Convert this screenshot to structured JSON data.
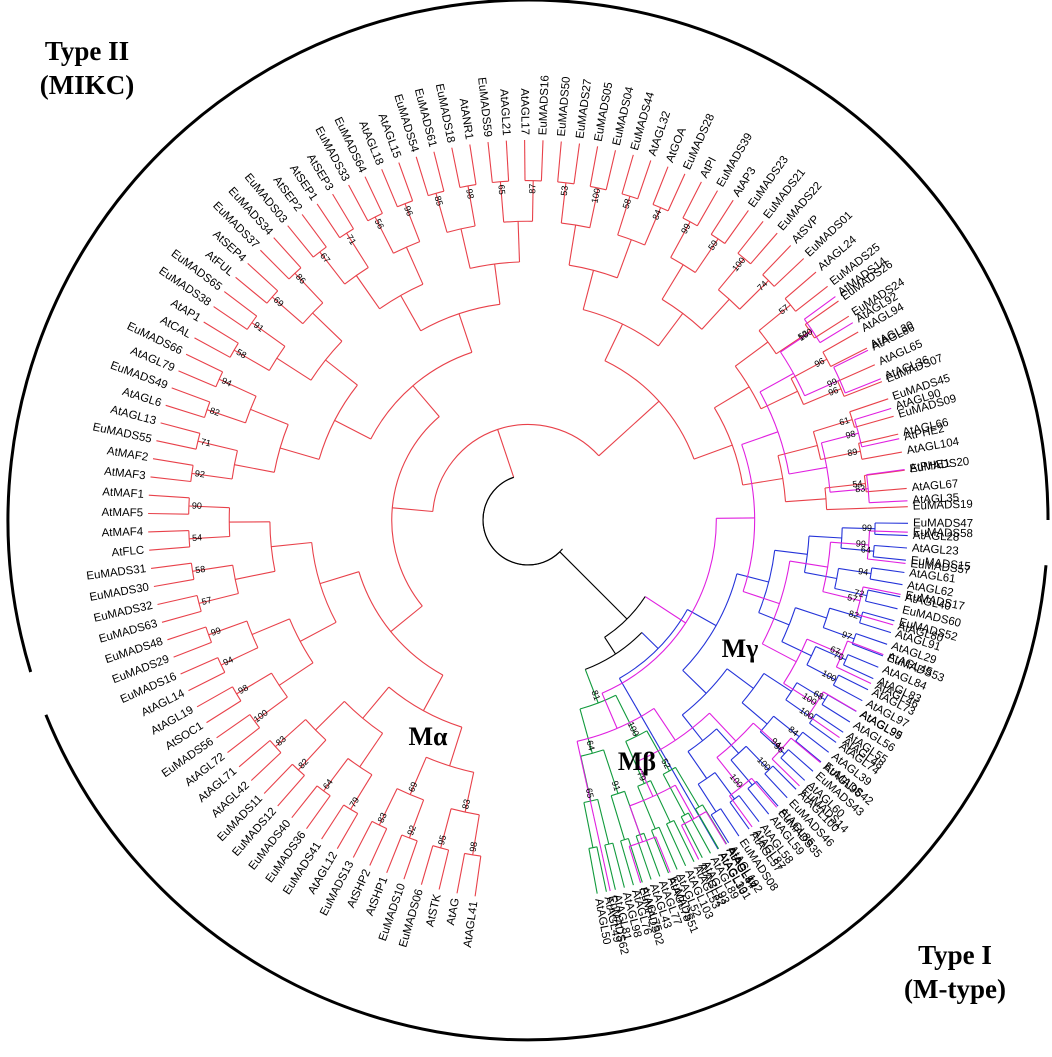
{
  "type_ii": {
    "line1": "Type II",
    "line2": "(MIKC)"
  },
  "type_i": {
    "line1": "Type I",
    "line2": "(M-type)"
  },
  "groups": {
    "malpha": "Mα",
    "mbeta": "Mβ",
    "mgamma": "Mγ"
  },
  "colors": {
    "mikc": "#e8414a",
    "malpha": "#2433d9",
    "mbeta": "#119a3c",
    "mgamma": "#e020e0",
    "backbone": "#000000"
  },
  "clades": [
    {
      "id": "mikc",
      "color": "#e8414a",
      "start": 98,
      "end": 358,
      "leaves": [
        "AtAGL41",
        "AtAG",
        "AtSTK",
        "EuMADS06",
        "EuMADS10",
        "AtSHP1",
        "AtSHP2",
        "EuMADS13",
        "AtAGL12",
        "EuMADS41",
        "EuMADS36",
        "EuMADS40",
        "EuMADS12",
        "EuMADS11",
        "AtAGL42",
        "AtAGL71",
        "AtAGL72",
        "EuMADS56",
        "AtSOC1",
        "AtAGL19",
        "AtAGL14",
        "EuMADS16",
        "EuMADS29",
        "EuMADS48",
        "EuMADS63",
        "EuMADS32",
        "EuMADS30",
        "EuMADS31",
        "AtFLC",
        "AtMAF4",
        "AtMAF5",
        "AtMAF1",
        "AtMAF3",
        "AtMAF2",
        "EuMADS55",
        "AtAGL13",
        "AtAGL6",
        "EuMADS49",
        "AtAGL79",
        "EuMADS66",
        "AtCAL",
        "AtAP1",
        "EuMADS38",
        "EuMADS65",
        "AtFUL",
        "AtSEP4",
        "EuMADS37",
        "EuMADS34",
        "EuMADS03",
        "AtSEP2",
        "AtSEP1",
        "AtSEP3",
        "EuMADS33",
        "EuMADS64",
        "AtAGL18",
        "AtAGL15",
        "EuMADS54",
        "EuMADS61",
        "EuMADS18",
        "AtANR1",
        "EuMADS59",
        "AtAGL21",
        "AtAGL17",
        "EuMADS16",
        "EuMADS50",
        "EuMADS27",
        "EuMADS05",
        "EuMADS04",
        "EuMADS44",
        "AtAGL32",
        "AtGOA",
        "EuMADS28",
        "AtPI",
        "EuMADS39",
        "AtAP3",
        "EuMADS23",
        "EuMADS21",
        "EuMADS22",
        "AtSVP",
        "EuMADS01",
        "AtAGL24",
        "EuMADS25",
        "EuMADS26",
        "EuMADS24",
        "AtAGL94",
        "AtAGL30",
        "AtAGL65",
        "EuMADS07",
        "EuMADS45",
        "EuMADS09",
        "AtAGL66",
        "AtAGL104",
        "EuMADS20",
        "AtAGL67",
        "EuMADS19"
      ]
    },
    {
      "id": "malpha",
      "color": "#2433d9",
      "start": 0.5,
      "end": 60,
      "leaves": [
        "EuMADS47",
        "AtAGL28",
        "AtAGL23",
        "EuMADS15",
        "AtAGL61",
        "AtAGL62",
        "AtAGL40",
        "EuMADS60",
        "EuMADS52",
        "AtAGL91",
        "AtAGL29",
        "EuMADS53",
        "AtAGL84",
        "AtAGL83",
        "AtAGL73",
        "AtAGL97",
        "AtAGL99",
        "AtAGL56",
        "AtAGL55",
        "AtAGL74",
        "AtAGL39",
        "EuMADS42",
        "EuMADS43",
        "AtAGL60",
        "AtAGL100",
        "EuMADS46",
        "AtAGL85",
        "AtAGL59",
        "AtAGL58",
        "AtAGL57",
        "EuMADS08",
        "AtAGL102",
        "AtAGL33"
      ]
    },
    {
      "id": "mbeta",
      "color": "#119a3c",
      "start": 58.5,
      "end": 79.5,
      "leaves": [
        "AtAGL54",
        "AtAGL101",
        "AtAGL89",
        "AtAGL93",
        "AtAGL53",
        "AtAGL103",
        "AtAGL52",
        "AtAGL78",
        "AtAGL77",
        "AtAGL43",
        "AtAGL75",
        "AtAGL76",
        "AtAGL98",
        "AtAGL81",
        "AtAGL49",
        "AtAGL50"
      ]
    },
    {
      "id": "mgamma",
      "color": "#e020e0",
      "start": -36,
      "end": 77.5,
      "leaves": [
        "AtMADS14",
        "AtAGL92",
        "AtAGL86",
        "AtAGL36",
        "AtAGL90",
        "AtPHE2",
        "AtPHE1",
        "AtAGL35",
        "EuMADS58",
        "EuMADS57",
        "EuMADS17",
        "AtAGL80",
        "AtAGL45",
        "AtAGL46",
        "AtAGL95",
        "AtAGL48",
        "AtAGL96",
        "EuMADS14",
        "EuMADS35",
        "AtAGL87",
        "AtAGL47",
        "AtAGL82",
        "EuMADS51",
        "EuMADS02",
        "EuMADS62"
      ]
    }
  ],
  "bootstraps": {
    "mikc": [
      "98",
      "95",
      "92",
      "83",
      "79",
      "64",
      "82",
      "83",
      "100",
      "98",
      "94",
      "99",
      "57",
      "58",
      "54",
      "90",
      "92",
      "71",
      "82",
      "94",
      "58",
      "91",
      "69",
      "86",
      "67",
      "71",
      "56",
      "96",
      "85",
      "98",
      "65",
      "87",
      "53",
      "100",
      "58",
      "84",
      "99",
      "59",
      "100",
      "74",
      "57",
      "52",
      "96",
      "96",
      "61",
      "89",
      "54",
      "83",
      "69"
    ],
    "malpha": [
      "99",
      "64",
      "94",
      "72",
      "82",
      "97",
      "70",
      "100",
      "68",
      "100",
      "84",
      "96",
      "100"
    ],
    "mbeta": [
      "52",
      "79",
      "91",
      "65",
      "100",
      "64",
      "81",
      "100",
      "83",
      "98",
      "71",
      "98",
      "100",
      "100"
    ],
    "mgamma": [
      "100",
      "99",
      "98",
      "83",
      "99",
      "57",
      "67",
      "100",
      "94",
      "100"
    ]
  }
}
